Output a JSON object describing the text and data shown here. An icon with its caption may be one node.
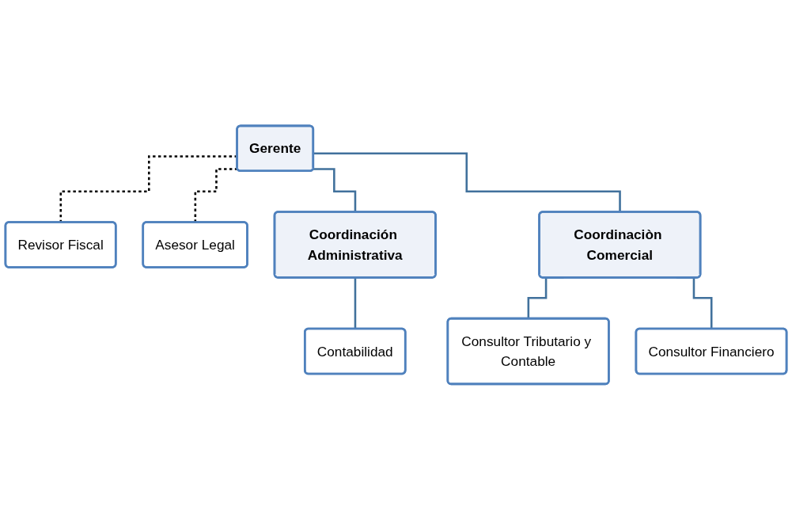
{
  "diagram": {
    "nodes": [
      {
        "text": [
          "Gerente"
        ]
      },
      {
        "text": [
          "Revisor Fiscal"
        ]
      },
      {
        "text": [
          "Asesor Legal"
        ]
      },
      {
        "text": [
          "Coordinación Administrativa"
        ]
      },
      {
        "text": [
          "Coordinaciòn Comercial"
        ]
      },
      {
        "text": [
          "Contabilidad"
        ]
      },
      {
        "text": [
          "Consultor Tributario y Contable"
        ]
      },
      {
        "text": [
          "Consultor Financiero"
        ]
      }
    ],
    "edges": [
      {
        "from": 0,
        "to": 1,
        "arrow": "none",
        "style": "dashed",
        "color": "#000000"
      },
      {
        "from": 0,
        "to": 2,
        "arrow": "none",
        "style": "dashed",
        "color": "#000000"
      },
      {
        "from": 0,
        "to": 3,
        "arrow": "none"
      },
      {
        "from": 0,
        "to": 4,
        "arrow": "none"
      },
      {
        "from": 3,
        "to": 5,
        "arrow": "none"
      },
      {
        "from": 4,
        "to": 6,
        "arrow": "none"
      },
      {
        "from": 4,
        "to": 7,
        "arrow": "none"
      }
    ]
  }
}
